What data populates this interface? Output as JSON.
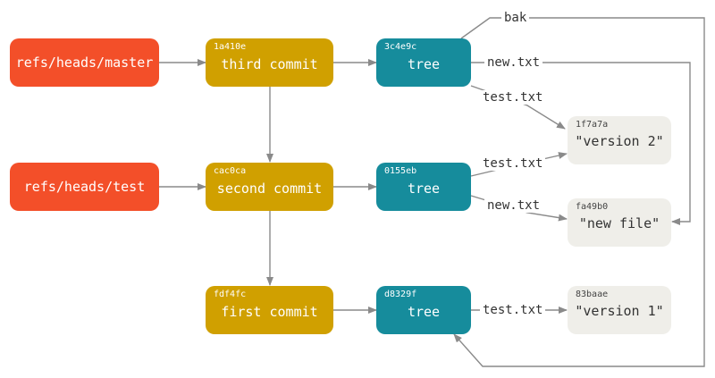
{
  "refs": {
    "master": "refs/heads/master",
    "test": "refs/heads/test"
  },
  "commits": {
    "third": {
      "hash": "1a410e",
      "label": "third commit"
    },
    "second": {
      "hash": "cac0ca",
      "label": "second commit"
    },
    "first": {
      "hash": "fdf4fc",
      "label": "first commit"
    }
  },
  "trees": {
    "t3": {
      "hash": "3c4e9c",
      "label": "tree"
    },
    "t2": {
      "hash": "0155eb",
      "label": "tree"
    },
    "t1": {
      "hash": "d8329f",
      "label": "tree"
    }
  },
  "blobs": {
    "b1f7a7a": {
      "hash": "1f7a7a",
      "label": "\"version 2\""
    },
    "bfa49b0": {
      "hash": "fa49b0",
      "label": "\"new file\""
    },
    "b83baae": {
      "hash": "83baae",
      "label": "\"version 1\""
    }
  },
  "edge_labels": {
    "bak": "bak",
    "t3_new": "new.txt",
    "t3_test": "test.txt",
    "t2_test": "test.txt",
    "t2_new": "new.txt",
    "t1_test": "test.txt"
  },
  "colors": {
    "ref": "#f34f29",
    "commit": "#d0a000",
    "tree": "#168c9c",
    "blob": "#efeee9",
    "edge": "#8a8a8a"
  }
}
